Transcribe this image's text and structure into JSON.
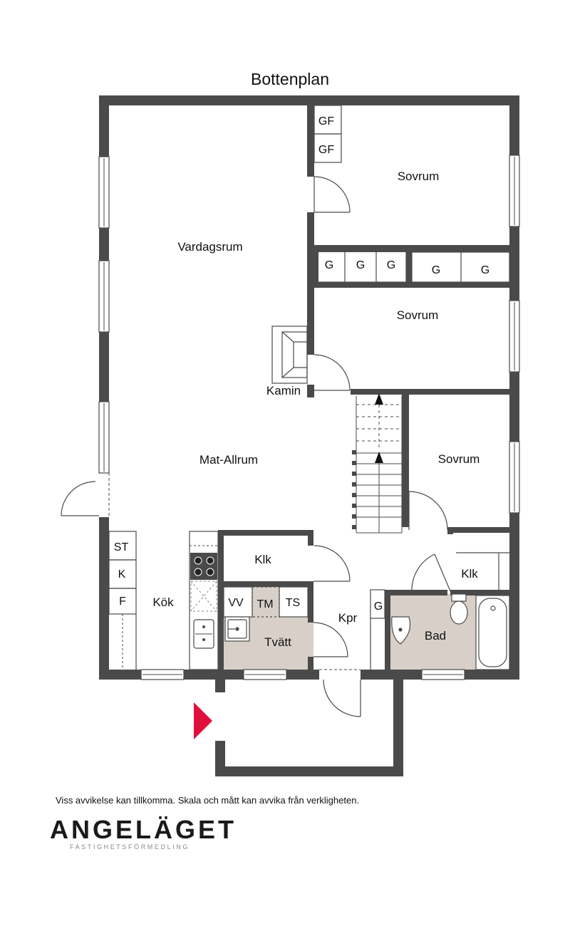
{
  "title": "Bottenplan",
  "rooms": {
    "vardagsrum": "Vardagsrum",
    "mat_allrum": "Mat-Allrum",
    "kok": "Kök",
    "sovrum_1": "Sovrum",
    "sovrum_2": "Sovrum",
    "sovrum_3": "Sovrum",
    "klk_1": "Klk",
    "klk_2": "Klk",
    "tvatt": "Tvätt",
    "bad": "Bad",
    "kpr": "Kpr",
    "kamin": "Kamin"
  },
  "fixtures": {
    "gf": "GF",
    "g": "G",
    "st": "ST",
    "k": "K",
    "f": "F",
    "vv": "VV",
    "tm": "TM",
    "ts": "TS"
  },
  "footer": {
    "disclaimer": "Viss avvikelse kan tillkomma. Skala och mått kan avvika från verkligheten.",
    "logo": "ANGELÄGET",
    "logo_sub": "FASTIGHETSFÖRMEDLING"
  },
  "colors": {
    "wall": "#4a4a4a",
    "wet_room_floor": "#d8d0c8",
    "entrance_marker": "#e0103c"
  }
}
